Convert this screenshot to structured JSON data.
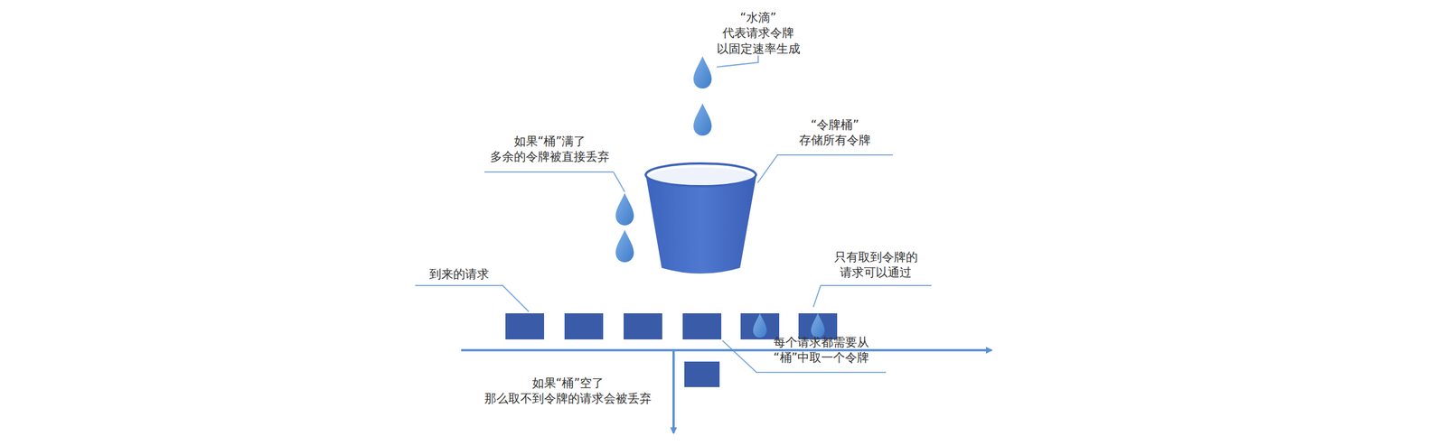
{
  "diagram": {
    "labels": [
      "“水滴” 代表请求令牌 以固定速率生成",
      "如果“桶”满了 多余的令牌被直接丢弃",
      "“令牌桶” 存储所有令牌",
      "到来的请求",
      "只有取到令牌的 请求可以通过",
      "如果“桶”空了 那么取不到令牌的请求会被丢弃",
      "每个请求都需要从 “桶”中取一个令牌"
    ]
  }
}
